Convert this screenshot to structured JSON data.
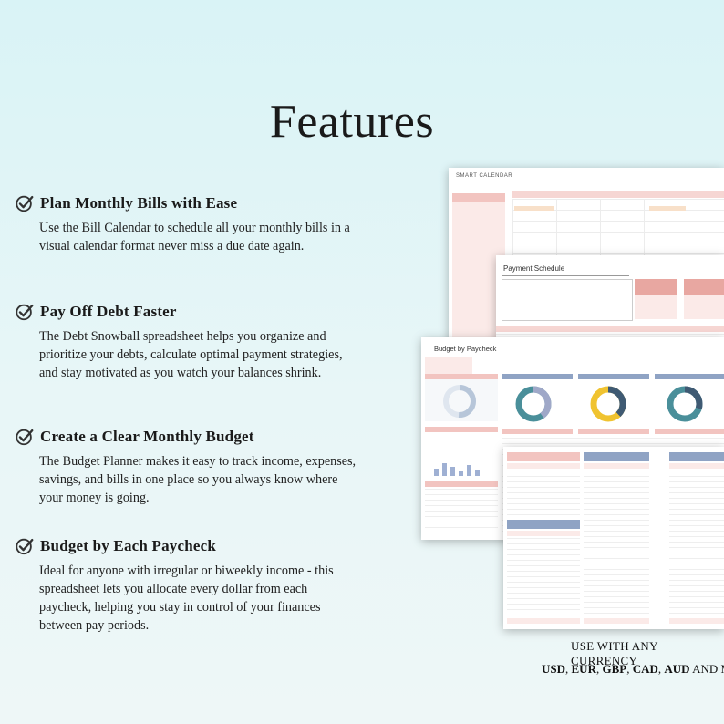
{
  "title": "Features",
  "features": [
    {
      "heading": "Plan Monthly Bills with Ease",
      "body": "Use the Bill Calendar to schedule all your monthly bills in a visual calendar format  never miss a due date again."
    },
    {
      "heading": "Pay Off Debt Faster",
      "body": "The Debt Snowball spreadsheet helps you organize and prioritize your debts, calculate optimal payment strategies, and stay motivated as you watch your balances shrink."
    },
    {
      "heading": "Create a Clear Monthly Budget",
      "body": "The Budget Planner makes it easy to track income, expenses, savings, and bills in one place so you always know where your money is going."
    },
    {
      "heading": "Budget by Each Paycheck",
      "body": "Ideal for anyone with irregular or biweekly income - this spreadsheet lets you allocate every dollar from each paycheck, helping you stay in control of your finances between pay periods."
    }
  ],
  "icons": {
    "check": "checkmark-circle-icon"
  },
  "screens": {
    "calendar_title": "SMART CALENDAR",
    "payment_title": "Payment Schedule",
    "budget_title": "Budget by Paycheck"
  },
  "currency": {
    "line1": "USE WITH ANY CURRENCY",
    "codes": [
      "USD",
      "EUR",
      "GBP",
      "CAD",
      "AUD"
    ],
    "suffix": "AND M"
  },
  "colors": {
    "pink": "#f2c4c0",
    "blue_header": "#8fa3c4",
    "teal": "#4a8f9a",
    "yellow": "#f0c330",
    "navy": "#3f5a73"
  }
}
